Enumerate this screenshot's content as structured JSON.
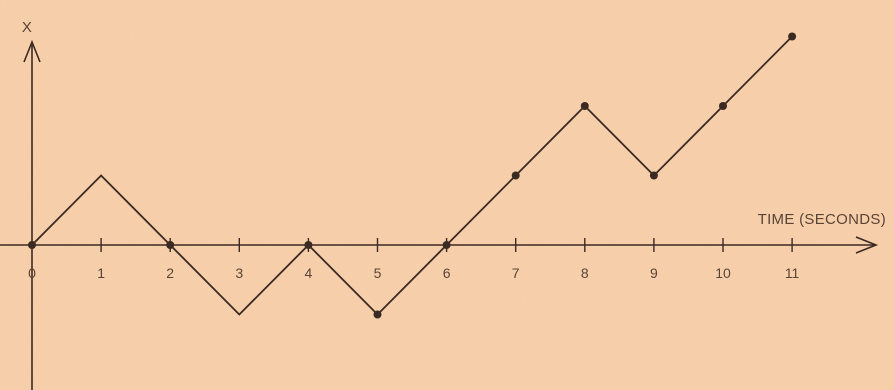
{
  "colors": {
    "background": "#f8cfaa",
    "ink": "#3b2a22",
    "label": "#5a4436"
  },
  "chart_data": {
    "type": "line",
    "xlabel": "TIME (SECONDS)",
    "ylabel": "X",
    "x_ticks": [
      0,
      1,
      2,
      3,
      4,
      5,
      6,
      7,
      8,
      9,
      10,
      11
    ],
    "xlim": [
      0,
      12.2
    ],
    "ylim": [
      -4,
      6
    ],
    "grid": false,
    "legend": "none",
    "series": [
      {
        "x": [
          0,
          1,
          2,
          3,
          4,
          5,
          6,
          7,
          8,
          9,
          10,
          11
        ],
        "y": [
          0,
          1,
          0,
          -1,
          0,
          -1,
          0,
          1,
          2,
          1,
          2,
          3
        ],
        "markers": [
          0,
          2,
          4,
          5,
          6,
          7,
          8,
          9,
          10,
          11
        ]
      }
    ]
  }
}
